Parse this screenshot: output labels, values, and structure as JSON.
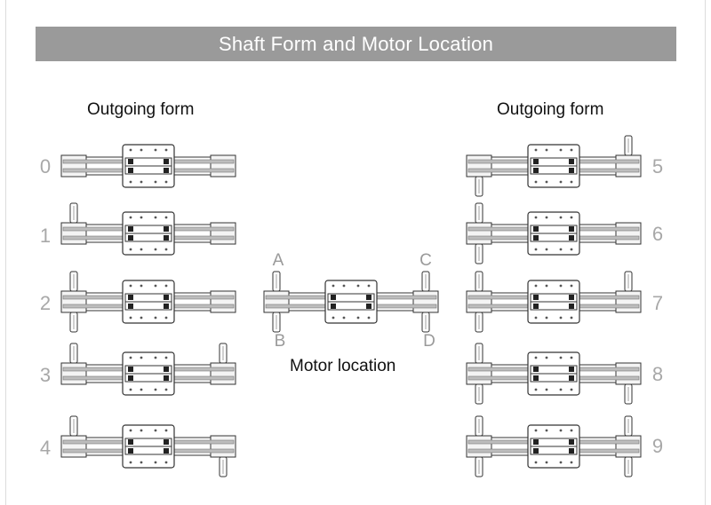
{
  "title": "Shaft Form and Motor Location",
  "left_heading": "Outgoing form",
  "right_heading": "Outgoing form",
  "center_caption": "Motor location",
  "forms_left": [
    {
      "label": "0",
      "top": "none",
      "bottom": "none"
    },
    {
      "label": "1",
      "top": "left",
      "bottom": "none"
    },
    {
      "label": "2",
      "top": "left",
      "bottom": "left"
    },
    {
      "label": "3",
      "top": "both",
      "bottom": "none"
    },
    {
      "label": "4",
      "top": "left",
      "bottom": "right"
    }
  ],
  "forms_right": [
    {
      "label": "5",
      "top": "right",
      "bottom": "left"
    },
    {
      "label": "6",
      "top": "left",
      "bottom": "left"
    },
    {
      "label": "7",
      "top": "both",
      "bottom": "left"
    },
    {
      "label": "8",
      "top": "left",
      "bottom": "both"
    },
    {
      "label": "9",
      "top": "both",
      "bottom": "both"
    }
  ],
  "motor_positions": {
    "top_left": "A",
    "bottom_left": "B",
    "top_right": "C",
    "bottom_right": "D"
  },
  "colors": {
    "banner": "#9a9a9a",
    "numbers": "#a8a8a8",
    "letters": "#9a9a9a",
    "line": "#333333",
    "rod": "#bdbdbd"
  }
}
